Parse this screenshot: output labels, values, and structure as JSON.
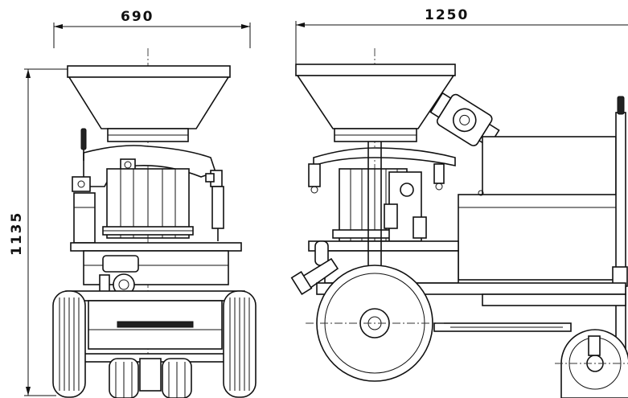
{
  "drawing": {
    "front_view": {
      "width_dimension": "690",
      "height_dimension": "1135"
    },
    "side_view": {
      "length_dimension": "1250"
    }
  }
}
